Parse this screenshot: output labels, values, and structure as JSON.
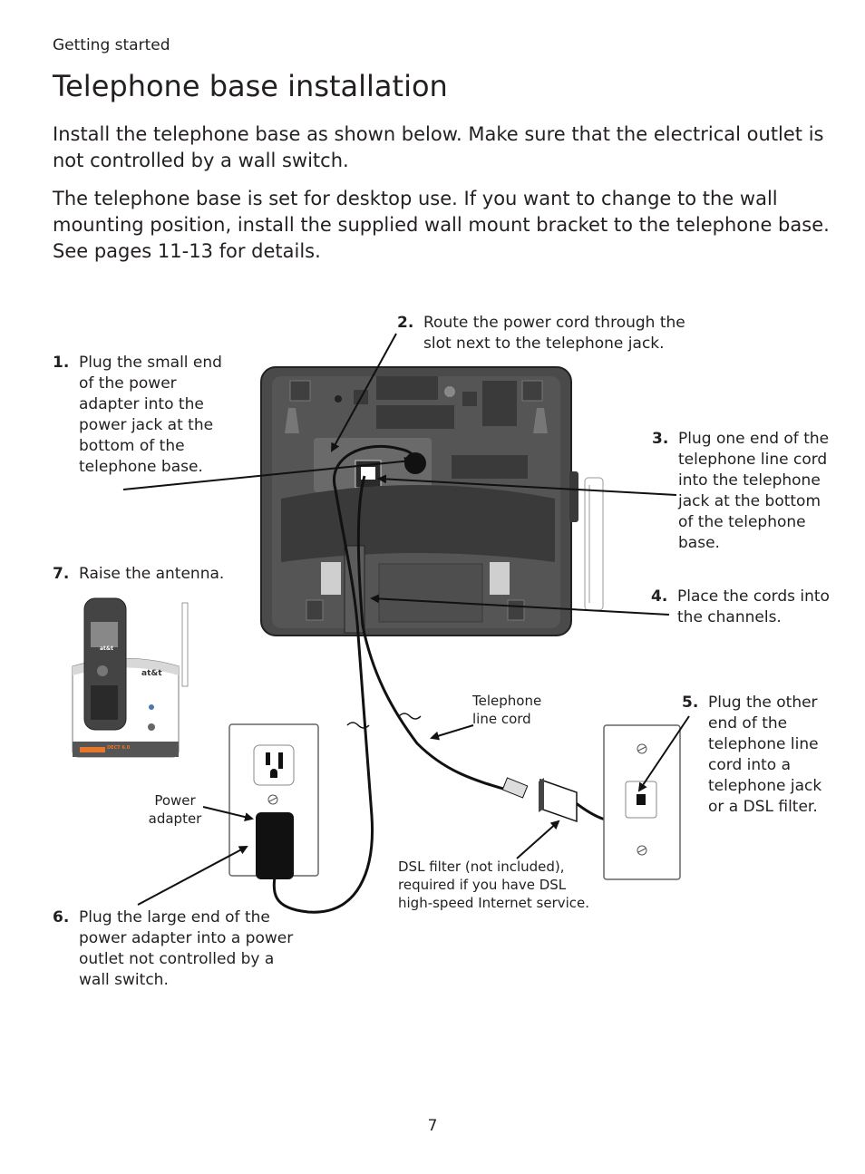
{
  "header": {
    "section": "Getting started",
    "title": "Telephone base installation"
  },
  "intro": [
    "Install the telephone base as shown below. Make sure that the electrical outlet is not controlled by a wall switch.",
    "The telephone base is set for desktop use. If you want to change to the wall mounting position, install the supplied wall mount bracket to the telephone base. See pages 11-13 for details."
  ],
  "steps": [
    {
      "num": "1.",
      "text": "Plug the small end of the power adapter into the power jack at the bottom of the telephone base."
    },
    {
      "num": "2.",
      "text": "Route the power cord through the slot next to the telephone jack."
    },
    {
      "num": "3.",
      "text": "Plug one end of the telephone line cord into the telephone jack at the bottom of the telephone base."
    },
    {
      "num": "4.",
      "text": "Place the cords into the channels."
    },
    {
      "num": "5.",
      "text": "Plug the other end of the telephone line cord into a telephone jack or a DSL filter."
    },
    {
      "num": "6.",
      "text": "Plug the large end of the power adapter into a power outlet not controlled by a wall switch."
    },
    {
      "num": "7.",
      "text": "Raise the antenna."
    }
  ],
  "labels": {
    "power_adapter": "Power adapter",
    "telephone_line_cord": "Telephone line cord",
    "dsl_filter": "DSL filter (not included), required if you have DSL high-speed Internet service."
  },
  "brand": {
    "logo": "at&t",
    "dect": "DECT 6.0"
  },
  "page_number": "7",
  "colors": {
    "base_dark": "#4a4a4a",
    "base_inner": "#3a3a3a",
    "text": "#231f20",
    "dect_orange": "#e8772e"
  }
}
